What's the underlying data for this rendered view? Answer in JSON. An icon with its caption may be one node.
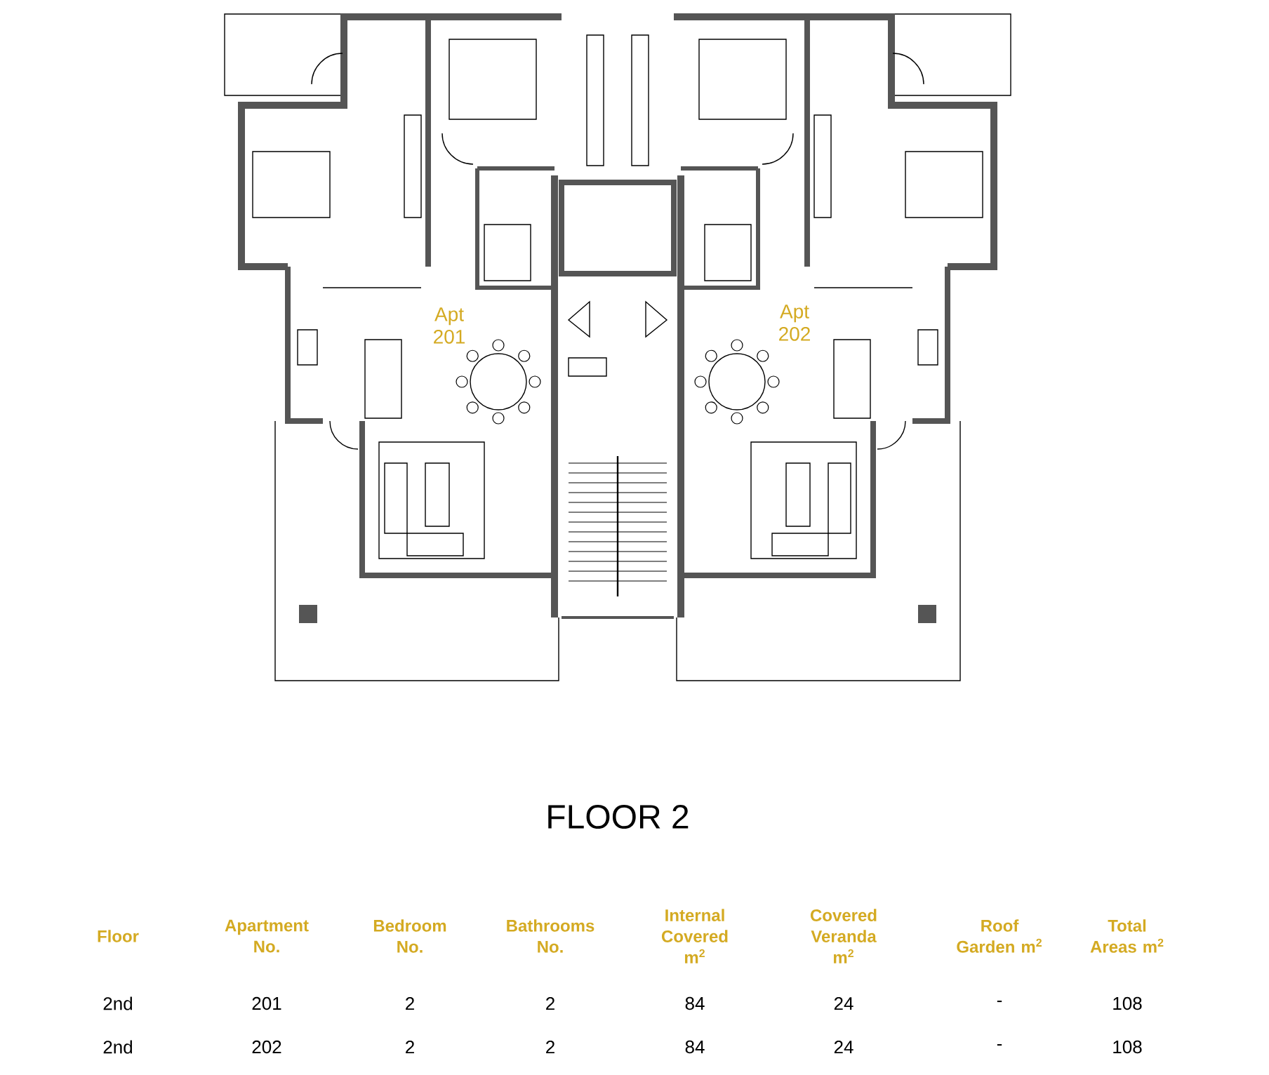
{
  "diagram": {
    "title": "FLOOR 2",
    "labels": [
      "Apt 201",
      "Apt 202",
      "Floor",
      "Apartment No.",
      "Bedroom No.",
      "Bathrooms No.",
      "Internal Covered m$^{2}$",
      "Covered Veranda m$^{2}$",
      "Roof Garden m$^{2}$",
      "Total Areas m$^{2}$",
      "2nd",
      "201",
      "2",
      "2",
      "84",
      "24",
      "-",
      "108",
      "2nd",
      "202",
      "2",
      "2",
      "84",
      "24",
      "-",
      "108"
    ]
  }
}
